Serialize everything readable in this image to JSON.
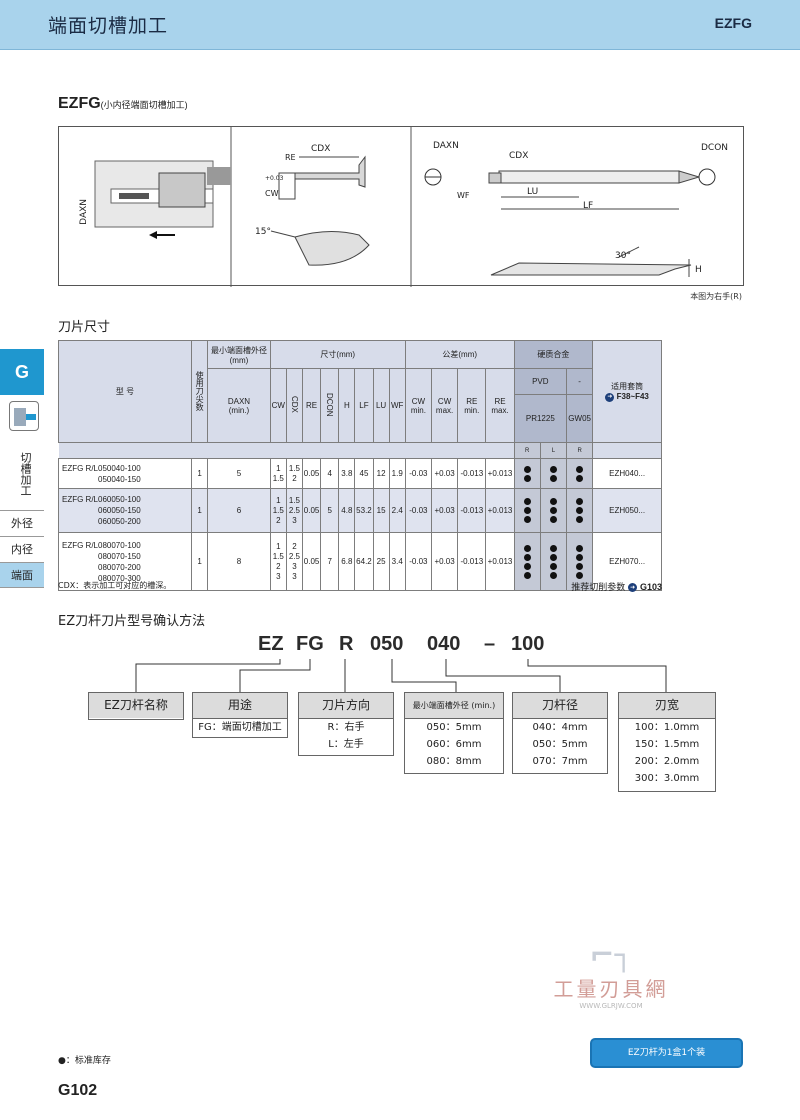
{
  "header": {
    "title": "端面切槽加工",
    "code": "EZFG"
  },
  "section": {
    "title": "EZFG",
    "subtitle": "(小内径端面切槽加工)"
  },
  "diagram": {
    "labels": {
      "daxn": "DAXN",
      "cdx": "CDX",
      "re": "RE",
      "cw": "CW",
      "tol": "+0.03",
      "deg15": "15°",
      "deg30": "30°",
      "wf": "WF",
      "lu": "LU",
      "lf": "LF",
      "dcon": "DCON",
      "h": "H"
    },
    "note": "本图为右手(R)"
  },
  "blade_title": "刀片尺寸",
  "table": {
    "h_model": "型 号",
    "h_edges": "使用刀尖数",
    "h_min_dia": "最小端面槽外径(mm)",
    "h_dims": "尺寸(mm)",
    "h_tol": "公差(mm)",
    "h_hard": "硬质合金",
    "h_pvd": "PVD",
    "h_dash": "-",
    "h_grade1": "PR1225",
    "h_grade2": "GW05",
    "h_r": "R",
    "h_l": "L",
    "h_r2": "R",
    "h_holder": "适用套筒",
    "h_holder_ref": "F38~F43",
    "h_daxn": "DAXN",
    "h_min": "(min.)",
    "h_cw": "CW",
    "h_cdx": "CDX",
    "h_re": "RE",
    "h_dcon": "DCON",
    "h_h": "H",
    "h_lf": "LF",
    "h_lu": "LU",
    "h_wf": "WF",
    "h_cwmin": "CW min.",
    "h_cwmax": "CW max.",
    "h_remin": "RE min.",
    "h_remax": "RE max.",
    "rows": [
      {
        "prefix": "EZFG R/L",
        "models": [
          "050040-100",
          "050040-150"
        ],
        "edges": "1",
        "daxn": "5",
        "cw": [
          "1",
          "1.5"
        ],
        "cdx": [
          "1.5",
          "2"
        ],
        "re": "0.05",
        "dcon": "4",
        "h": "3.8",
        "lf": "45",
        "lu": "12",
        "wf": "1.9",
        "cwmin": "-0.03",
        "cwmax": "+0.03",
        "remin": "-0.013",
        "remax": "+0.013",
        "dots": 2,
        "holder": "EZH040..."
      },
      {
        "prefix": "EZFG R/L",
        "models": [
          "060050-100",
          "060050-150",
          "060050-200"
        ],
        "edges": "1",
        "daxn": "6",
        "cw": [
          "1",
          "1.5",
          "2"
        ],
        "cdx": [
          "1.5",
          "2.5",
          "3"
        ],
        "re": "0.05",
        "dcon": "5",
        "h": "4.8",
        "lf": "53.2",
        "lu": "15",
        "wf": "2.4",
        "cwmin": "-0.03",
        "cwmax": "+0.03",
        "remin": "-0.013",
        "remax": "+0.013",
        "dots": 3,
        "holder": "EZH050..."
      },
      {
        "prefix": "EZFG R/L",
        "models": [
          "080070-100",
          "080070-150",
          "080070-200",
          "080070-300"
        ],
        "edges": "1",
        "daxn": "8",
        "cw": [
          "1",
          "1.5",
          "2",
          "3"
        ],
        "cdx": [
          "2",
          "2.5",
          "3",
          "3"
        ],
        "re": "0.05",
        "dcon": "7",
        "h": "6.8",
        "lf": "64.2",
        "lu": "25",
        "wf": "3.4",
        "cwmin": "-0.03",
        "cwmax": "+0.03",
        "remin": "-0.013",
        "remax": "+0.013",
        "dots": 4,
        "holder": "EZH070..."
      }
    ],
    "note_left": "CDX：表示加工可对应的槽深。",
    "note_right": "推荐切削参数",
    "note_right_ref": "G103"
  },
  "code_title": "EZ刀杆刀片型号确认方法",
  "code_parts": [
    "EZ",
    "FG",
    "R",
    "050",
    "040",
    "–",
    "100"
  ],
  "boxes": [
    {
      "head": "EZ刀杆名称",
      "lines": []
    },
    {
      "head": "用途",
      "lines": [
        "FG：端面切槽加工"
      ]
    },
    {
      "head": "刀片方向",
      "lines": [
        "R：右手",
        "L：左手"
      ]
    },
    {
      "head": "最小端面槽外径 (min.)",
      "lines": [
        "050：5mm",
        "060：6mm",
        "080：8mm"
      ]
    },
    {
      "head": "刀杆径",
      "lines": [
        "040：4mm",
        "050：5mm",
        "070：7mm"
      ]
    },
    {
      "head": "刃宽",
      "lines": [
        "100：1.0mm",
        "150：1.5mm",
        "200：2.0mm",
        "300：3.0mm"
      ]
    }
  ],
  "side": {
    "tab": "G",
    "label": "切槽加工",
    "nav": [
      "外径",
      "内径",
      "端面"
    ]
  },
  "watermark": {
    "cn": "工量刃具網",
    "url": "WWW.GLRJW.COM"
  },
  "bottom_note": "●：标准库存",
  "page_no": "G102",
  "blue_button": "EZ刀杆为1盒1个装"
}
